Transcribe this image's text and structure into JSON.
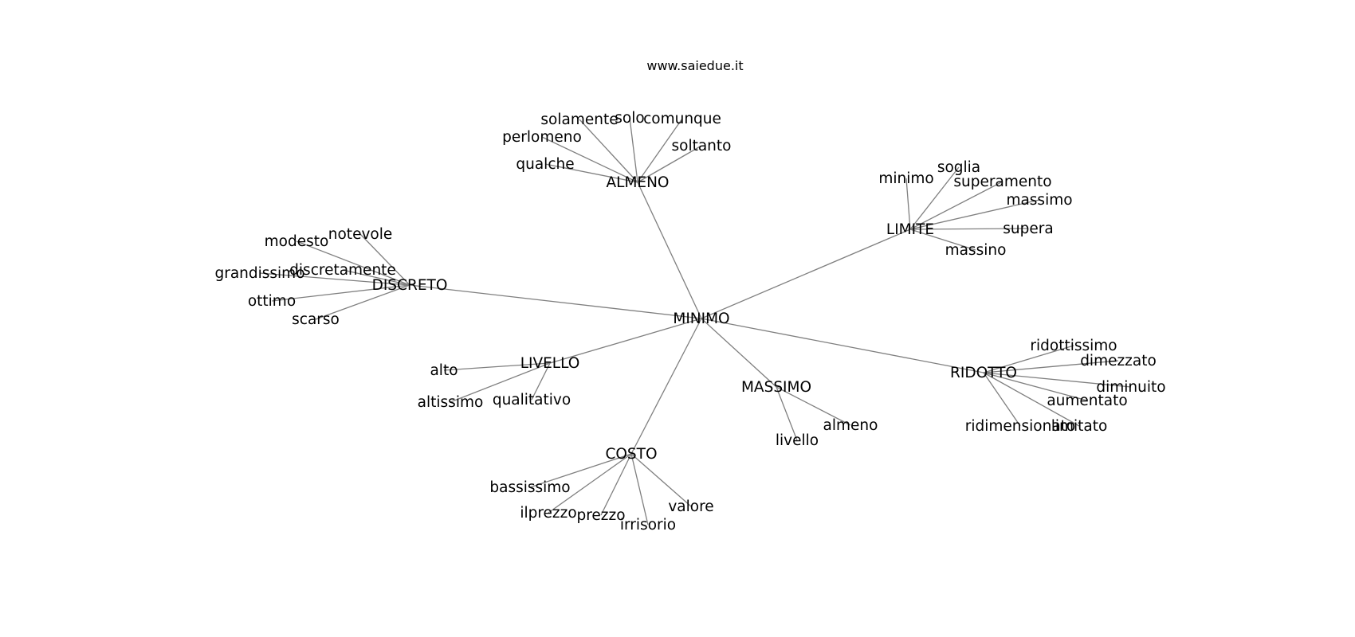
{
  "credit": "www.saiedue.it",
  "center": "MINIMO",
  "hubs": [
    {
      "label": "ALMENO",
      "leaves": [
        "solamente",
        "solo",
        "comunque",
        "perlomeno",
        "soltanto",
        "qualche"
      ]
    },
    {
      "label": "LIMITE",
      "leaves": [
        "minimo",
        "soglia",
        "superamento",
        "massimo",
        "supera",
        "massino"
      ]
    },
    {
      "label": "DISCRETO",
      "leaves": [
        "notevole",
        "modesto",
        "discretamente",
        "grandissimo",
        "ottimo",
        "scarso"
      ]
    },
    {
      "label": "LIVELLO",
      "leaves": [
        "alto",
        "altissimo",
        "qualitativo"
      ]
    },
    {
      "label": "MASSIMO",
      "leaves": [
        "almeno",
        "livello"
      ]
    },
    {
      "label": "RIDOTTO",
      "leaves": [
        "ridottissimo",
        "dimezzato",
        "diminuito",
        "aumentato",
        "ridimensionato",
        "limitato"
      ]
    },
    {
      "label": "COSTO",
      "leaves": [
        "bassissimo",
        "ilprezzo",
        "prezzo",
        "irrisorio",
        "valore"
      ]
    }
  ]
}
